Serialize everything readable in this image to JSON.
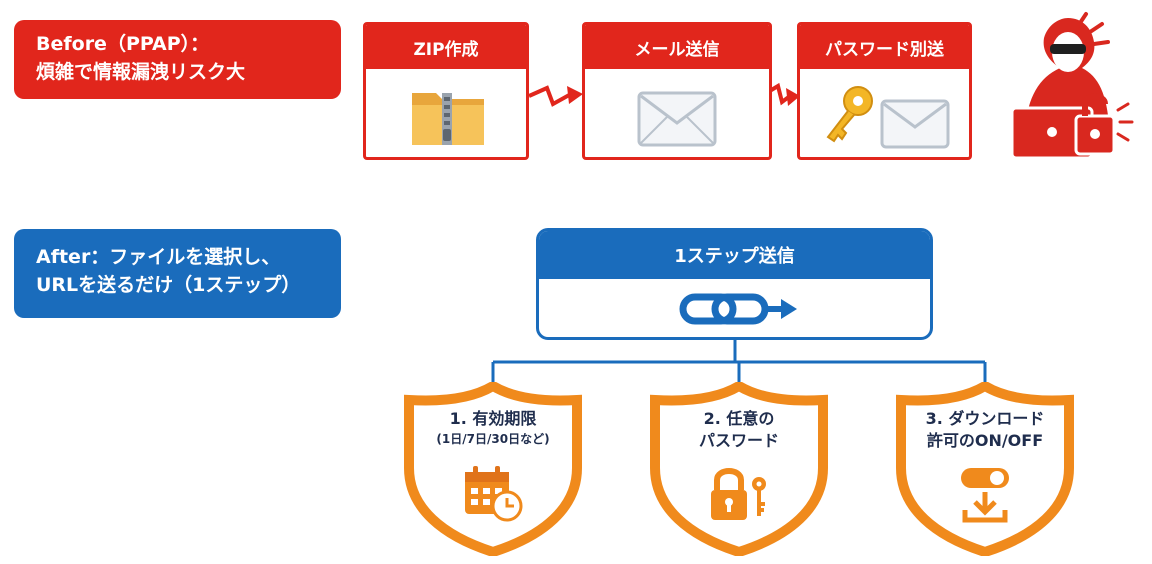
{
  "before": {
    "label_line1": "Before（PPAP）：",
    "label_line2": "煩雑で情報漏洩リスク大",
    "steps": [
      {
        "title": "ZIP作成",
        "icon": "zip-folder-icon"
      },
      {
        "title": "メール送信",
        "icon": "envelope-icon"
      },
      {
        "title": "パスワード別送",
        "icon": "key-envelope-icon"
      }
    ],
    "risk_icon": "hacker-icon"
  },
  "after": {
    "label_line1": "After：ファイルを選択し、",
    "label_line2": "URLを送るだけ（1ステップ）",
    "main_title": "1ステップ送信",
    "main_icon": "link-arrow-icon",
    "features": [
      {
        "line1": "1. 有効期限",
        "line2": "(1日/7日/30日など)",
        "icon": "calendar-clock-icon"
      },
      {
        "line1": "2. 任意の",
        "line2": "パスワード",
        "icon": "padlock-key-icon"
      },
      {
        "line1": "3. ダウンロード",
        "line2": "許可のON/OFF",
        "icon": "toggle-download-icon"
      }
    ]
  },
  "colors": {
    "red": "#e1261c",
    "blue": "#1a6cbc",
    "orange": "#f08a1c",
    "navy": "#1f2d4d"
  }
}
